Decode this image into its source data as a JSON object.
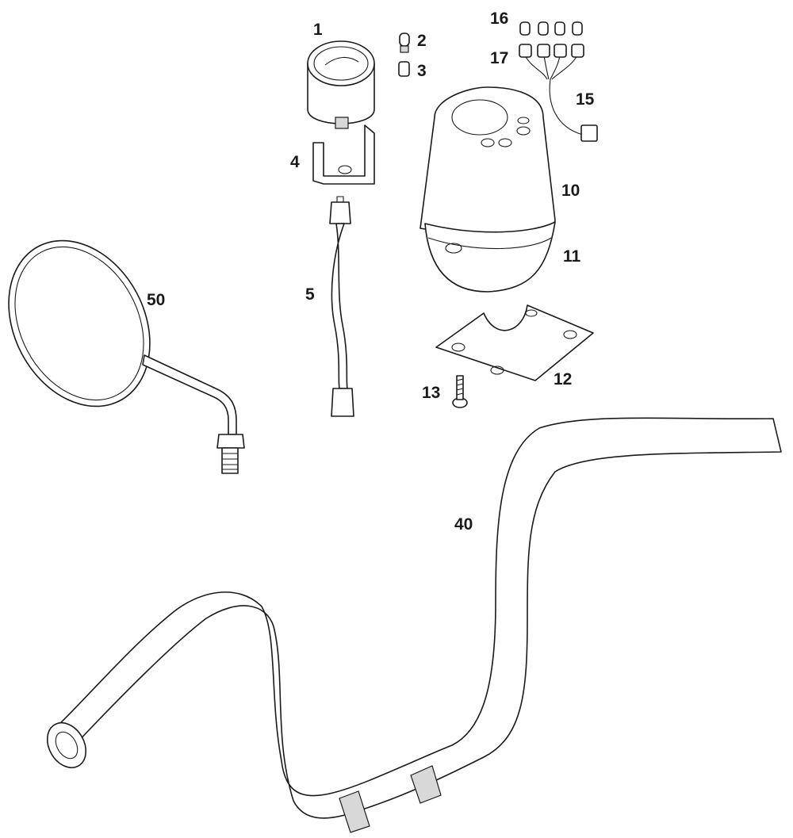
{
  "callouts": {
    "n1": "1",
    "n2": "2",
    "n3": "3",
    "n4": "4",
    "n5": "5",
    "n10": "10",
    "n11": "11",
    "n12": "12",
    "n13": "13",
    "n15": "15",
    "n16": "16",
    "n17": "17",
    "n40": "40",
    "n50": "50"
  }
}
